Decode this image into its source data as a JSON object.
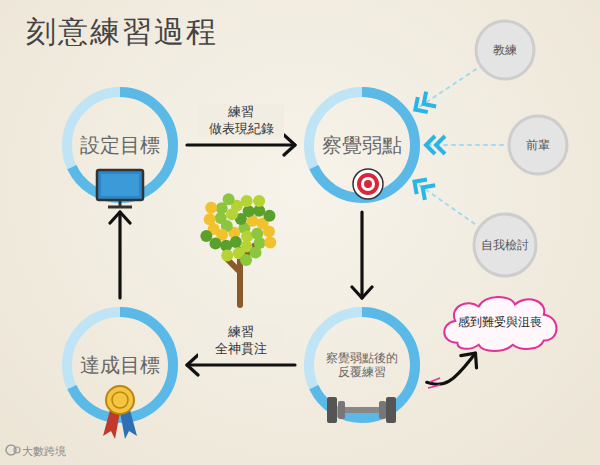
{
  "diagram": {
    "title": "刻意練習過程",
    "nodes": [
      {
        "text": [
          "設定目標"
        ]
      },
      {
        "text": [
          "察覺弱點"
        ]
      },
      {
        "text": [
          "教練"
        ]
      },
      {
        "text": [
          "前輩"
        ]
      },
      {
        "text": [
          "自我檢討"
        ]
      },
      {
        "text": [
          "察覺弱點後的反覆練習"
        ]
      },
      {
        "text": [
          "達成目標"
        ]
      },
      {
        "text": [
          "感到難受與沮喪"
        ]
      }
    ],
    "edges": [
      {
        "from": 0,
        "to": 1,
        "label": "練習 做表現紀錄",
        "arrow": "to"
      },
      {
        "from": 1,
        "to": 5,
        "arrow": "to"
      },
      {
        "from": 5,
        "to": 6,
        "label": "練習 全神貫注",
        "arrow": "to"
      },
      {
        "from": 6,
        "to": 0,
        "arrow": "to"
      },
      {
        "from": 2,
        "to": 1,
        "arrow": "to"
      },
      {
        "from": 3,
        "to": 1,
        "arrow": "to"
      },
      {
        "from": 4,
        "to": 1,
        "arrow": "to"
      },
      {
        "from": 5,
        "to": 7,
        "arrow": "to"
      }
    ],
    "labels": [
      "大數跨境"
    ]
  }
}
